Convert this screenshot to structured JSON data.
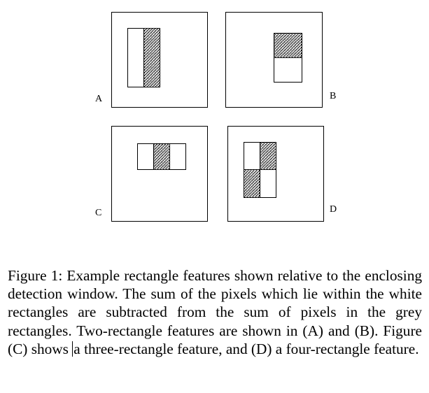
{
  "figure": {
    "panels": [
      {
        "label": "A",
        "description_feature": "two-rectangle feature (vertical)"
      },
      {
        "label": "B",
        "description_feature": "two-rectangle feature (horizontal)"
      },
      {
        "label": "C",
        "description_feature": "three-rectangle feature"
      },
      {
        "label": "D",
        "description_feature": "four-rectangle feature"
      }
    ],
    "colors": {
      "grey_pattern_dot": "#000000",
      "white": "#ffffff",
      "stroke": "#000000"
    }
  },
  "caption": {
    "part1": "Figure 1: Example rectangle features shown relative to the enclosing detection window. The sum of the pixels which lie within the white rectangles are subtracted from the sum of pixels in the grey rectangles. Two-rectangle features are shown in (A) and (B). Figure (C) shows ",
    "part2": "a three-rectangle feature, and (D) a four-rectangle feature."
  }
}
